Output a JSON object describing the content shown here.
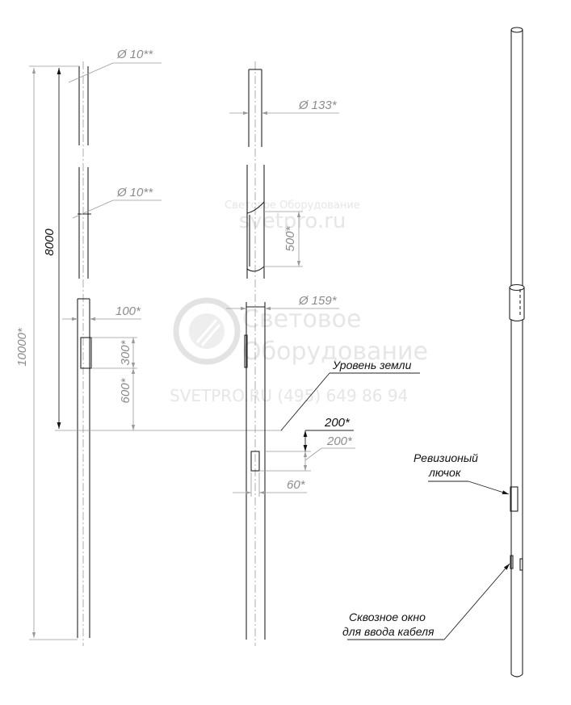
{
  "watermark": {
    "small_line1": "Световое Оборудование",
    "small_line2": "svetpro.ru",
    "big_line1": "Световое",
    "big_line2": "Оборудование",
    "contact": "SVETPRO.RU   (495) 649 86 94"
  },
  "dimensions": {
    "overall_height": "10000*",
    "above_ground_height": "8000",
    "top_joint_diameter": "10**",
    "middle_joint_diameter": "10**",
    "top_section_diameter": "133*",
    "bottom_section_diameter": "159*",
    "sleeve_length": "500*",
    "hatch_width": "100*",
    "hatch_height": "300*",
    "hatch_elevation": "600*",
    "window_depth": "200*",
    "window_height": "200*",
    "window_width": "60*",
    "diameter_symbol": "Ø"
  },
  "labels": {
    "ground_level": "Уровень земли",
    "revision_hatch_line1": "Ревизионый",
    "revision_hatch_line2": "лючок",
    "cable_window_line1": "Сквозное окно",
    "cable_window_line2": "для ввода кабеля"
  }
}
